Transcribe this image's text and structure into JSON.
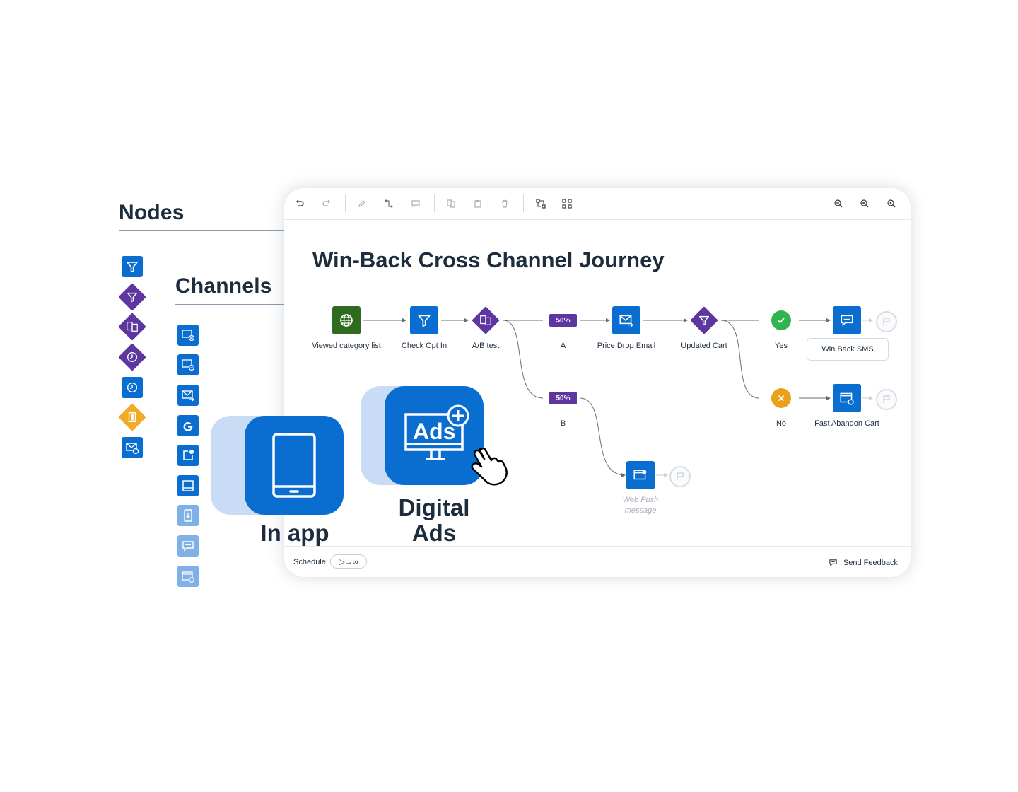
{
  "palette": {
    "nodes_heading": "Nodes",
    "channels_heading": "Channels"
  },
  "toolbar": {
    "undo": "undo-icon",
    "redo": "redo-icon",
    "edit": "pencil-icon",
    "connect": "connector-icon",
    "comment": "comment-icon",
    "copy": "copy-icon",
    "paste": "paste-icon",
    "delete": "trash-icon",
    "fit": "fit-icon",
    "arrange": "arrange-icon",
    "zoom_out": "zoom-out-icon",
    "zoom_in": "zoom-in-icon",
    "zoom_reset": "zoom-reset-icon"
  },
  "journey": {
    "title": "Win-Back Cross Channel Journey",
    "nodes": {
      "viewed": "Viewed category list",
      "check": "Check Opt In",
      "ab": "A/B test",
      "split_a_pct": "50%",
      "split_a": "A",
      "split_b_pct": "50%",
      "split_b": "B",
      "email": "Price Drop Email",
      "cart": "Updated Cart",
      "yes": "Yes",
      "no": "No",
      "sms": "Win Back SMS",
      "abandon": "Fast Abandon Cart",
      "push": "Web Push message"
    }
  },
  "footer": {
    "schedule_label": "Schedule:",
    "schedule_value": "▷→∞",
    "feedback": "Send Feedback"
  },
  "features": {
    "in_app": "In app",
    "digital_ads_1": "Digital",
    "digital_ads_2": "Ads",
    "ads_icon_text": "Ads"
  },
  "colors": {
    "blue": "#0a6ed1",
    "purple": "#5d36a0",
    "green_node": "#2f6b1f",
    "yes": "#2fb44f",
    "no": "#e9a11b",
    "orange_diamond": "#f0ab27",
    "light_blue": "#7fb0e6"
  }
}
